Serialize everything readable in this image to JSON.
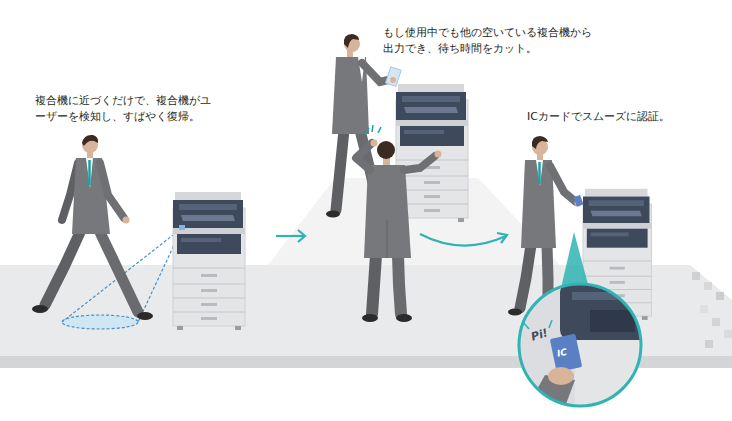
{
  "diagram": {
    "labels": [
      "複合機に近づくだけで、複合機がユーザーを検知し、すばやく復帰。",
      "もし使用中でも他の空いている複合機から出力でき、待ち時間をカット。",
      "ICカードでスムーズに認証。",
      "Pi!",
      "IC"
    ]
  }
}
